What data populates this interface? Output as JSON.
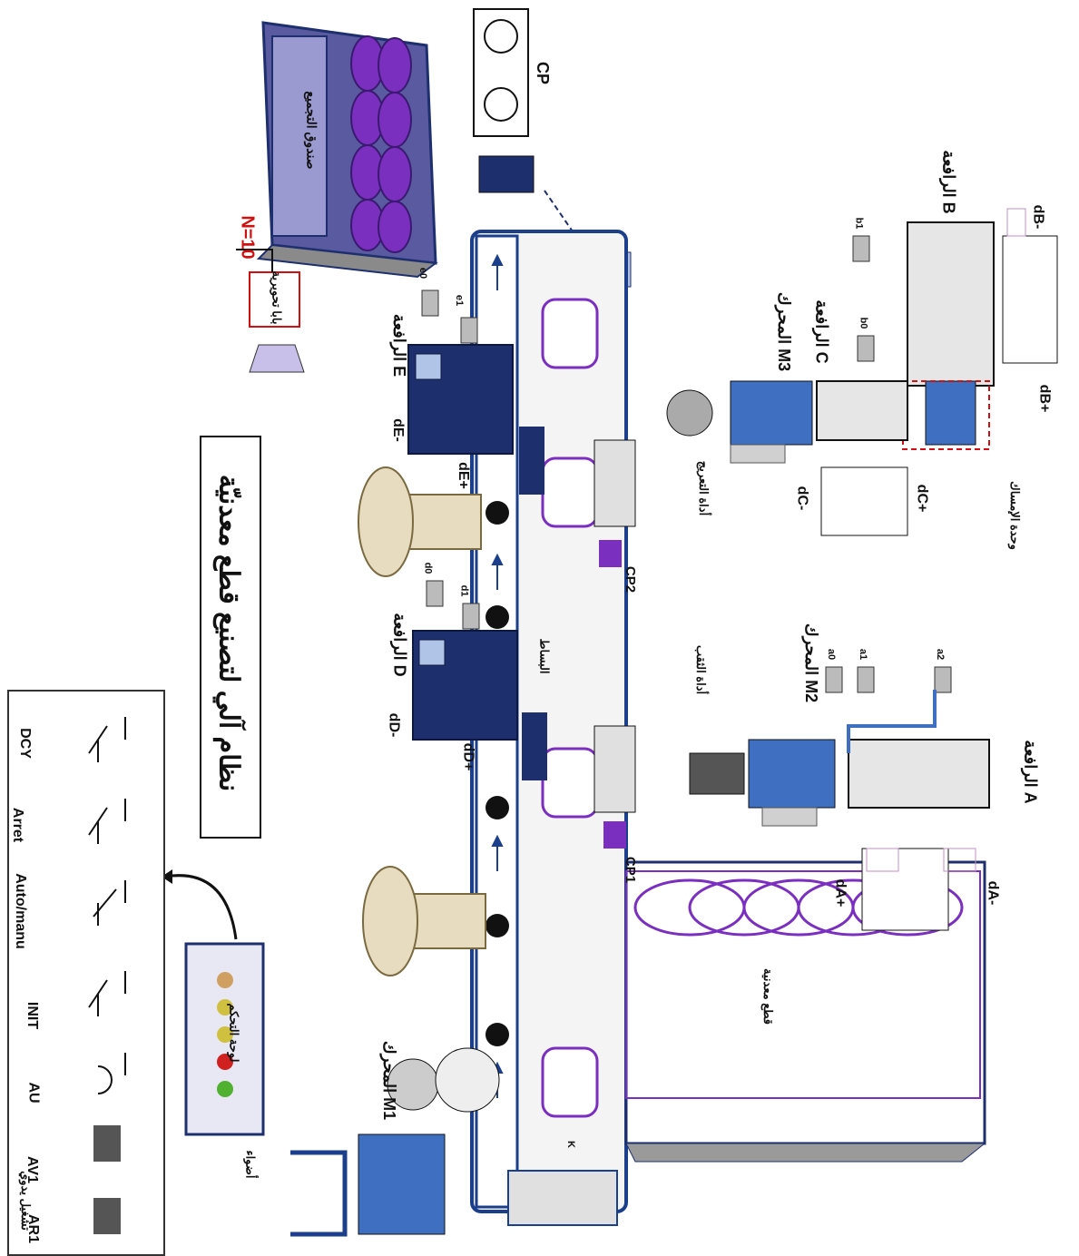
{
  "title": "نظام آلي لتصنيع قطع معدنيّة",
  "labels": {
    "storage_box": "صندوق التجميع",
    "cp": "CP",
    "counter_n": "N=10",
    "counter_box": "بابا تحويرية",
    "b_cylinder": "الرافعة B",
    "dB_minus": "dB-",
    "dB_plus": "dB+",
    "c_cylinder": "الرافعة C",
    "m3_motor": "المحرك M3",
    "clamp_unit": "وحدة الإمساك",
    "dC_minus": "dC-",
    "dC_plus": "dC+",
    "grinder_tool": "أداة التعريج",
    "e_cylinder": "الرافعة E",
    "dE_minus": "dE-",
    "dE_plus": "dE+",
    "cp2": "CP2",
    "d_cylinder": "الرافعة D",
    "dD_minus": "dD-",
    "dD_plus": "dD+",
    "m2_motor": "المحرك M2",
    "drill_tool": "أداة الثقب",
    "a_cylinder": "الرافعة A",
    "dA_minus": "dA-",
    "dA_plus": "dA+",
    "cp1": "CP1",
    "belt": "البساط",
    "parts_stack": "قطع معدنية",
    "m1_motor": "المحرك M1",
    "control_panel": "لوحة التحكم",
    "pupitre": "أضواء",
    "sensor_e1": "e1",
    "sensor_e0": "e0",
    "sensor_d1": "d1",
    "sensor_d0": "d0",
    "sensor_b1": "b1",
    "sensor_b0": "b0",
    "sensor_a0": "a0",
    "sensor_a1": "a1",
    "sensor_a2": "a2",
    "sensor_k": "K"
  },
  "legend": {
    "dcy": "DCY",
    "arret": "Arret",
    "auto_manu": "Auto/manu",
    "init": "INIT",
    "au": "AU",
    "av1": "AV1",
    "ar1": "AR1",
    "manual_note": "تشغيل يدوي"
  },
  "colors": {
    "belt_blue": "#1c3f8c",
    "cylinder_navy": "#1e2f6e",
    "motor_blue": "#3f6fc0",
    "purple": "#7a2fbf",
    "red_label": "#d01010",
    "cream": "#e8dcc0",
    "gray": "#c8c8c8"
  }
}
